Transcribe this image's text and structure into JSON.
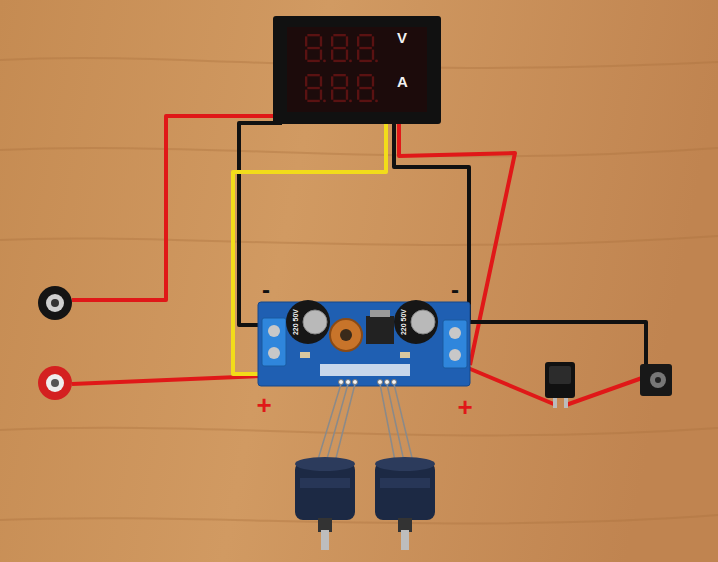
{
  "diagram": {
    "nodes": [
      {
        "text": [
          "V",
          "A"
        ]
      }
    ],
    "labels": [
      "-",
      "-",
      "220 50V",
      "220 50V",
      "+",
      "+"
    ]
  }
}
